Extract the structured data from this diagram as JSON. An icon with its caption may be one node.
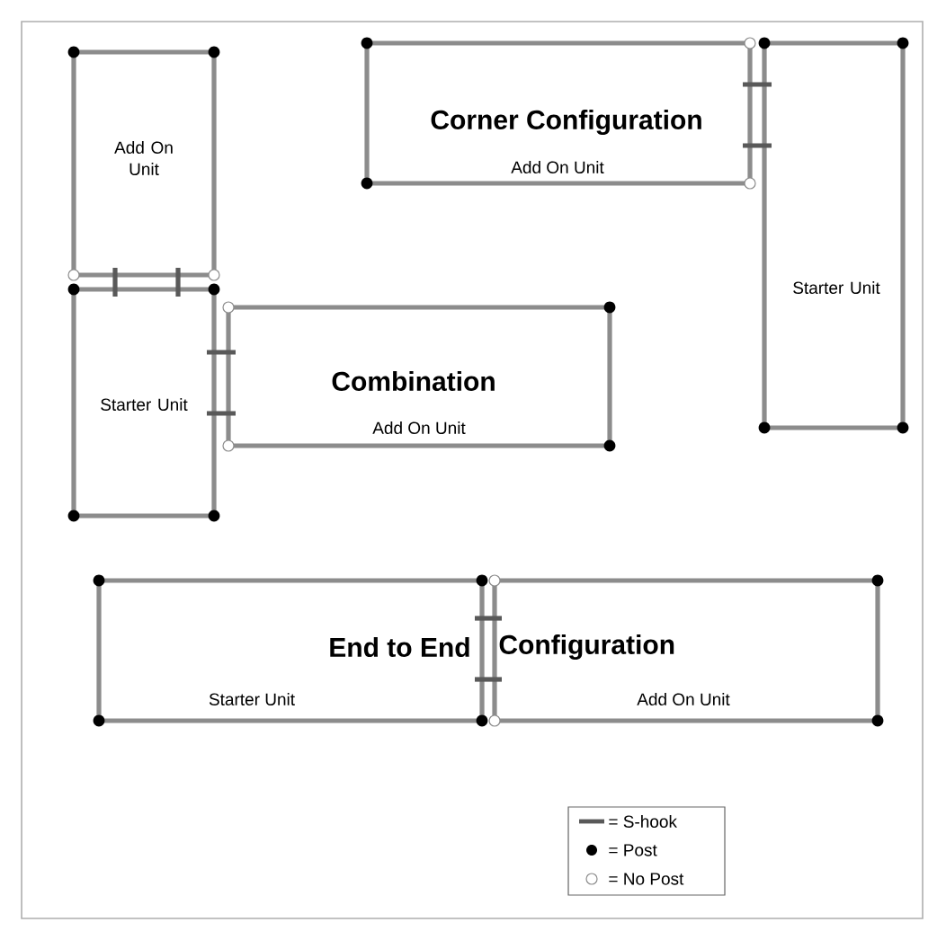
{
  "diagram": {
    "nodes": [
      {
        "text": [
          "Add On Unit"
        ]
      },
      {
        "text": [
          "Corner Configuration",
          "Add On Unit"
        ]
      },
      {
        "text": [
          "Starter Unit"
        ]
      },
      {
        "text": [
          "Starter Unit"
        ]
      },
      {
        "text": [
          "Combination",
          "Add On Unit"
        ]
      },
      {
        "text": [
          "Starter Unit"
        ]
      },
      {
        "text": [
          "Add On Unit"
        ]
      }
    ],
    "labels": [
      "End to End",
      "Configuration"
    ],
    "legend": [
      {
        "text": "= S-hook"
      },
      {
        "text": "= Post"
      },
      {
        "text": "= No Post"
      }
    ]
  }
}
